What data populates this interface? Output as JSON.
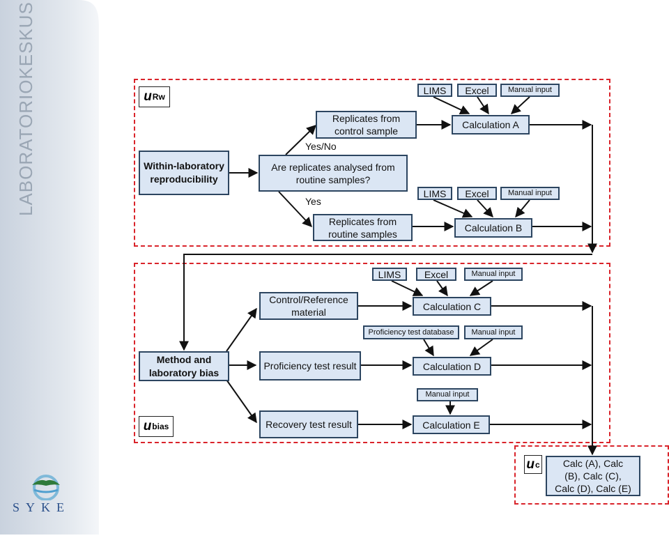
{
  "sidebar": {
    "title": "LABORATORIOKESKUS",
    "logo_text": "SYKE"
  },
  "symbols": {
    "u_rw": {
      "base": "u",
      "sub": "Rw"
    },
    "u_bias": {
      "base": "u",
      "sub": "bias"
    },
    "u_c": {
      "base": "u",
      "sub": "c"
    }
  },
  "rw": {
    "within": "Within-laboratory reproducibility",
    "question": "Are replicates analysed from routine samples?",
    "yes_no": "Yes/No",
    "yes": "Yes",
    "replicates_control": "Replicates from control sample",
    "replicates_routine": "Replicates from routine samples",
    "calc_a": "Calculation A",
    "calc_b": "Calculation B",
    "lims": "LIMS",
    "excel": "Excel",
    "manual": "Manual input"
  },
  "bias": {
    "method": "Method and laboratory bias",
    "control_ref": "Control/Reference material",
    "proficiency": "Proficiency test result",
    "recovery": "Recovery test result",
    "calc_c": "Calculation C",
    "calc_d": "Calculation D",
    "calc_e": "Calculation E",
    "lims": "LIMS",
    "excel": "Excel",
    "manual": "Manual input",
    "pt_database": "Proficiency test database"
  },
  "uc": {
    "result": "Calc (A), Calc (B), Calc (C), Calc (D), Calc (E)"
  }
}
